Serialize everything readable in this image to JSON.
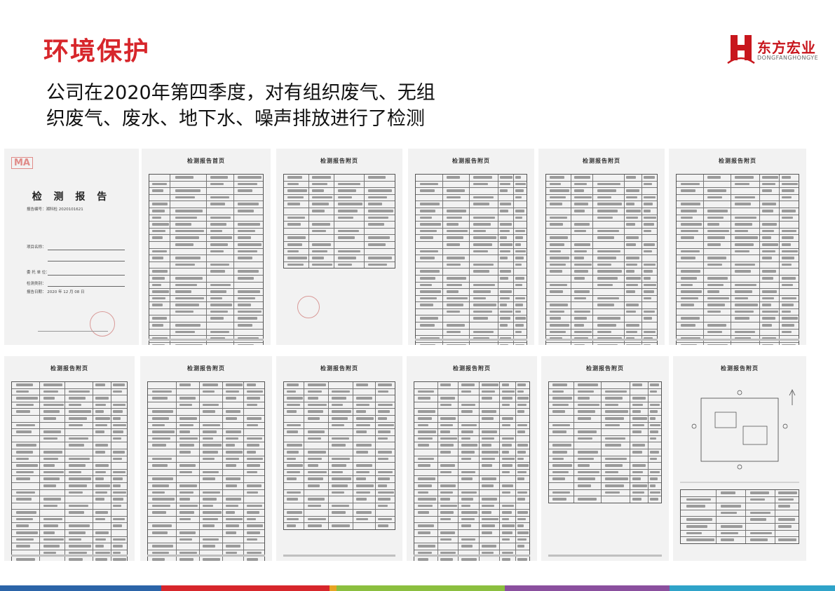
{
  "title": "环境保护",
  "logo": {
    "name": "东方宏业",
    "en": "DONGFANGHONGYE"
  },
  "subtitle": [
    "公司在2020年第四季度，对有组织废气、无组",
    "织废气、废水、地下水、噪声排放进行了检测"
  ],
  "documents": {
    "cover": {
      "ma": "MA",
      "heading": "检 测 报 告",
      "report_no": "报告编号：湘科检 2020101621",
      "fields": [
        "项目名称：",
        "委 托 单 位：",
        "检测类别：",
        "报告日期：      2020 年 12 月 08 日"
      ]
    },
    "page_titles": [
      "检测报告首页",
      "检测报告附页",
      "检测报告附页",
      "检测报告附页",
      "检测报告附页",
      "检测报告附页",
      "检测报告附页",
      "检测报告附页",
      "检测报告附页",
      "检测报告附页",
      "检测报告附页"
    ]
  },
  "colors": {
    "title_red": "#d7262b",
    "bar": [
      "#2b64a8",
      "#d7262b",
      "#e8a323",
      "#8bbf3f",
      "#8a4f9e",
      "#2fa3c9"
    ]
  }
}
